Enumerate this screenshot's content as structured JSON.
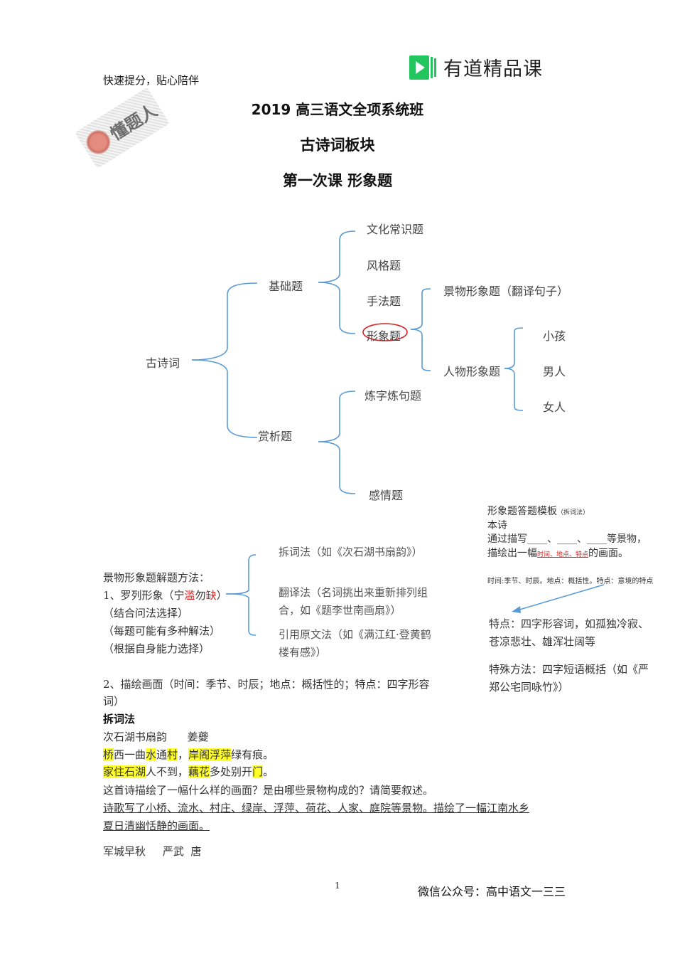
{
  "header": {
    "tagline": "快速提分，贴心陪伴",
    "brand": "有道精品课",
    "brand_color": "#22c55e",
    "stamp_text": "懂题人"
  },
  "titles": {
    "course": "2019 高三语文全项系统班",
    "module": "古诗词板块",
    "lesson": "第一次课  形象题"
  },
  "mindmap": {
    "root": "古诗词",
    "basic": {
      "label": "基础题",
      "children": [
        "文化常识题",
        "风格题",
        "手法题",
        "形象题"
      ]
    },
    "image": {
      "scene": "景物形象题（翻译句子）",
      "person": "人物形象题",
      "person_children": [
        "小孩",
        "男人",
        "女人"
      ]
    },
    "appreciation": {
      "label": "赏析题",
      "children": [
        "炼字炼句题",
        "感情题"
      ]
    },
    "line_color": "#5b9bd5",
    "circle_color": "#d42020"
  },
  "template_box": {
    "title": "形象题答题模板",
    "title_note": "（拆词法）",
    "line1": "本诗",
    "line2": "通过描写____、____、____等景物，",
    "line3_prefix": "描绘出一幅",
    "line3_red": "时间、地点、特点",
    "line3_suffix": "的画面。",
    "note": "时间:季节、时辰。地点：概括性。特点：意境的特点",
    "feature_1": "特点：四字形容词，如孤独冷寂、",
    "feature_2": "苍凉悲壮、雄浑壮阔等",
    "special_1": "特殊方法：四字短语概括（如《严",
    "special_2": "郑公宅同咏竹》）"
  },
  "methods": {
    "heading": "景物形象题解题方法：",
    "step1_prefix": "1、罗列形象（宁",
    "step1_red1": "滥",
    "step1_mid": "勿",
    "step1_red2": "缺",
    "step1_suffix": "）",
    "notes": [
      "（结合问法选择）",
      "（每题可能有多种解法）",
      "（根据自身能力选择）"
    ],
    "options": [
      "拆词法（如《次石湖书扇韵》）",
      "翻译法（名词挑出来重新排列组",
      "合，如《题李世南画扇》）",
      "引用原文法（如《满江红·登黄鹤",
      "楼有感》）"
    ],
    "step2_a": "2、描绘画面（时间：季节、时辰；地点：概括性的；特点：四字形容",
    "step2_b": "词）"
  },
  "example": {
    "heading": "拆词法",
    "poem_title": "次石湖书扇韵      姜夔",
    "line1": [
      {
        "t": "桥",
        "hl": true
      },
      {
        "t": "西一曲",
        "hl": false
      },
      {
        "t": "水",
        "hl": true
      },
      {
        "t": "通",
        "hl": false
      },
      {
        "t": "村",
        "hl": true
      },
      {
        "t": "，",
        "hl": false
      },
      {
        "t": "岸阁浮萍",
        "hl": true
      },
      {
        "t": "绿有痕。",
        "hl": false
      }
    ],
    "line2": [
      {
        "t": "家住石湖",
        "hl": true
      },
      {
        "t": "人不到，",
        "hl": false
      },
      {
        "t": "藕花",
        "hl": true
      },
      {
        "t": "多处别开",
        "hl": false
      },
      {
        "t": "门",
        "hl": true
      },
      {
        "t": "。",
        "hl": false
      }
    ],
    "question": "这首诗描绘了一幅什么样的画面？是由哪些景物构成的？请简要叙述。",
    "answer_1": "诗歌写了小桥、流水、村庄、绿岸、浮萍、荷花、人家、庭院等景物。描绘了一幅江南水乡",
    "answer_2": "夏日清幽恬静的画面。",
    "next_poem": "军城早秋     严武  唐",
    "highlight_color": "#ffff2a"
  },
  "footer": {
    "page_number": "1",
    "wechat": "微信公众号：高中语文一三三"
  }
}
